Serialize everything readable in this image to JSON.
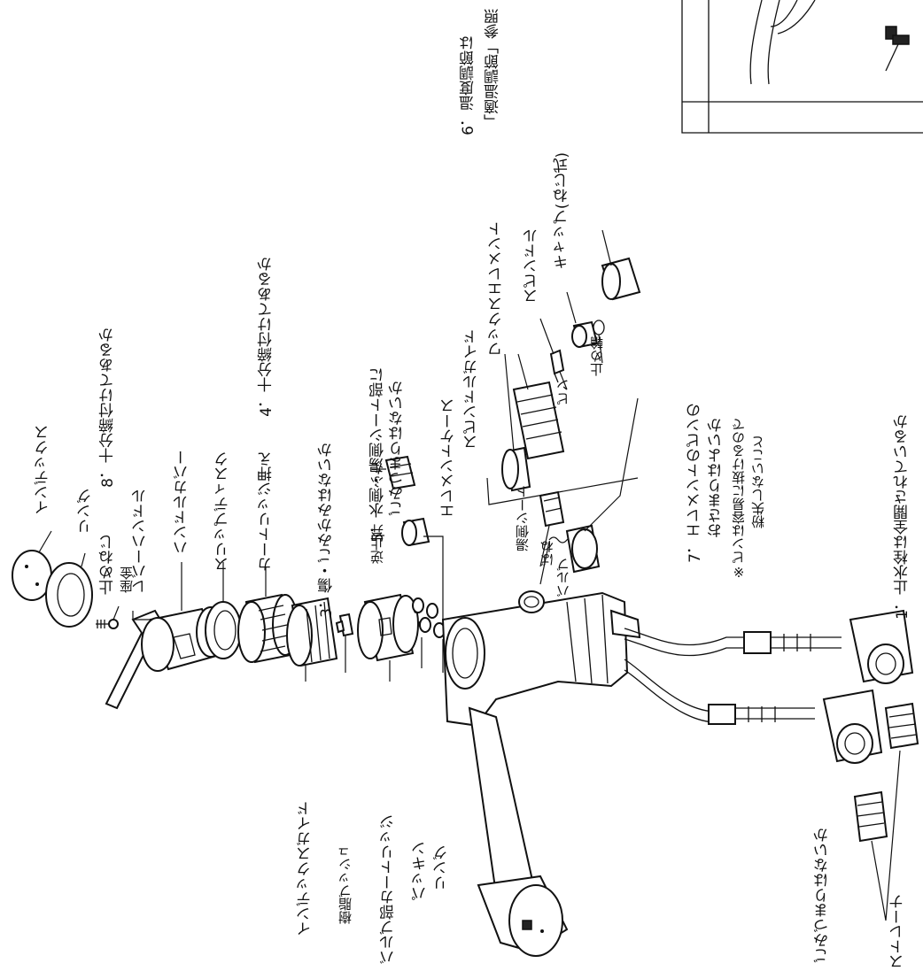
{
  "labels": {
    "index": "インデックス",
    "ring_top": "リング",
    "stop_screw": "止めねじ",
    "check8": "8．十分締付けてあるか",
    "washer": "座金",
    "lever_handle": "レバーハンドル",
    "handle_cover": "ハンドルカバー",
    "slip_disc": "スリップディスク",
    "cartridge_holder": "カートリッジ押え",
    "check4": "4．十分締付けてあるか",
    "check3": "3．傷・ごみかみはないか",
    "check5_line1": "5．水側・湯側シート部に",
    "check5_line2": "ごみつまりはないか",
    "lid": "ふた",
    "check_valve": "逆止弁",
    "index_guide": "インデックスガイド",
    "resin_bush": "樹脂ブッシュ",
    "valve_cartridge": "バルブ部カートリッジ",
    "packing": "パッキン",
    "ring_bottom": "リング",
    "element_case": "エレメントケース",
    "spindle_guide": "スピンドルガイド",
    "wax_element": "ワックスエレメント",
    "spindle": "スピンドル",
    "cap": "キャップ(ねじ式)",
    "pin": "ピン",
    "retaining_ring": "止め輪",
    "hot_seat": "湯側シート",
    "spring": "ばね",
    "valve": "バルブ",
    "check6_line1": "6．温度調節は",
    "check6_line2": "「適温調節」参照",
    "check7_line1": "7．エレメントのピンの",
    "check7_line2": "おさまりはよいか",
    "check7_line3": "※ピンは容易に抜けるので",
    "check7_line4": "粉失しないこと",
    "check1": "1．止水栓は全開されているか",
    "clog_check": "ごみづまりはないか",
    "strainer": "ストレーナ"
  }
}
